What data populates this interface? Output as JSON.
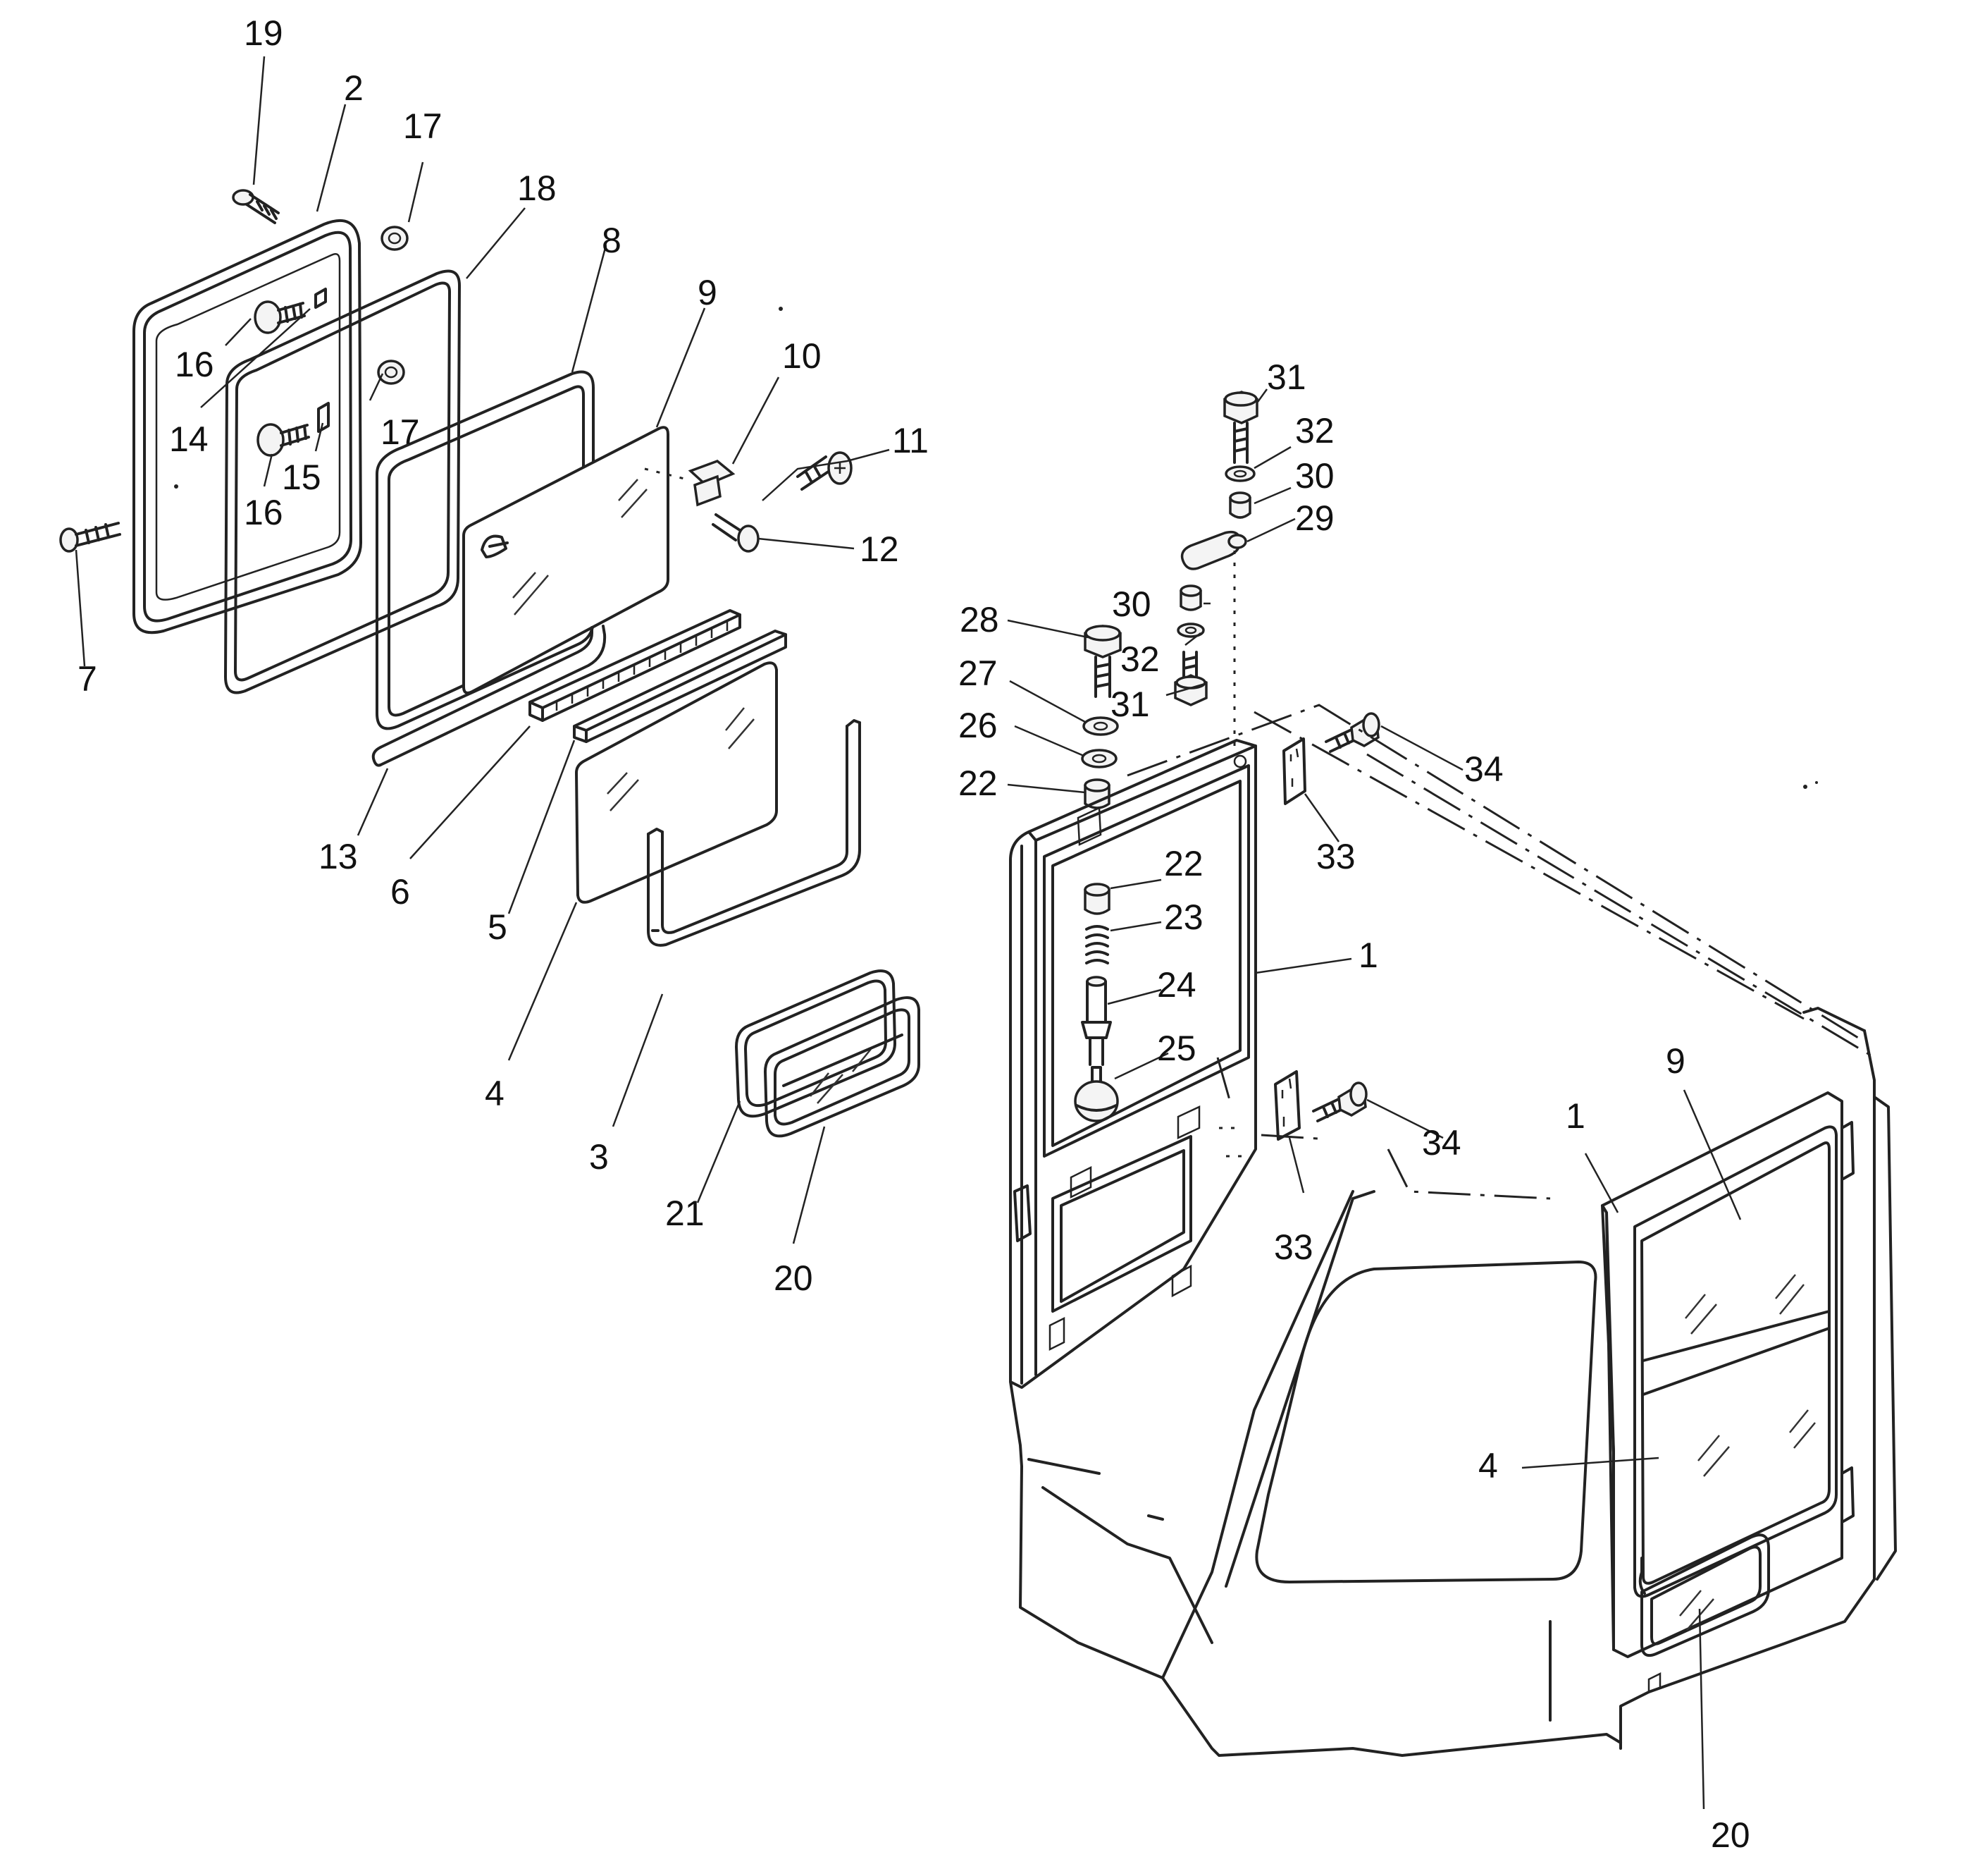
{
  "callouts": [
    {
      "id": "c19",
      "text": "19"
    },
    {
      "id": "c2",
      "text": "2"
    },
    {
      "id": "c17a",
      "text": "17"
    },
    {
      "id": "c18",
      "text": "18"
    },
    {
      "id": "c8",
      "text": "8"
    },
    {
      "id": "c9a",
      "text": "9"
    },
    {
      "id": "c10",
      "text": "10"
    },
    {
      "id": "c11",
      "text": "11"
    },
    {
      "id": "c12",
      "text": "12"
    },
    {
      "id": "c16a",
      "text": "16"
    },
    {
      "id": "c14",
      "text": "14"
    },
    {
      "id": "c17b",
      "text": "17"
    },
    {
      "id": "c15",
      "text": "15"
    },
    {
      "id": "c16b",
      "text": "16"
    },
    {
      "id": "c7",
      "text": "7"
    },
    {
      "id": "c13",
      "text": "13"
    },
    {
      "id": "c6",
      "text": "6"
    },
    {
      "id": "c5",
      "text": "5"
    },
    {
      "id": "c4a",
      "text": "4"
    },
    {
      "id": "c3",
      "text": "3"
    },
    {
      "id": "c21",
      "text": "21"
    },
    {
      "id": "c20a",
      "text": "20"
    },
    {
      "id": "c31a",
      "text": "31"
    },
    {
      "id": "c32a",
      "text": "32"
    },
    {
      "id": "c30a",
      "text": "30"
    },
    {
      "id": "c29",
      "text": "29"
    },
    {
      "id": "c30b",
      "text": "30"
    },
    {
      "id": "c28",
      "text": "28"
    },
    {
      "id": "c32b",
      "text": "32"
    },
    {
      "id": "c27",
      "text": "27"
    },
    {
      "id": "c31b",
      "text": "31"
    },
    {
      "id": "c26",
      "text": "26"
    },
    {
      "id": "c22a",
      "text": "22"
    },
    {
      "id": "c34a",
      "text": "34"
    },
    {
      "id": "c33a",
      "text": "33"
    },
    {
      "id": "c22b",
      "text": "22"
    },
    {
      "id": "c23",
      "text": "23"
    },
    {
      "id": "c1a",
      "text": "1"
    },
    {
      "id": "c24",
      "text": "24"
    },
    {
      "id": "c25",
      "text": "25"
    },
    {
      "id": "c34b",
      "text": "34"
    },
    {
      "id": "c33b",
      "text": "33"
    },
    {
      "id": "c9b",
      "text": "9"
    },
    {
      "id": "c1b",
      "text": "1"
    },
    {
      "id": "c4b",
      "text": "4"
    },
    {
      "id": "c20b",
      "text": "20"
    }
  ]
}
